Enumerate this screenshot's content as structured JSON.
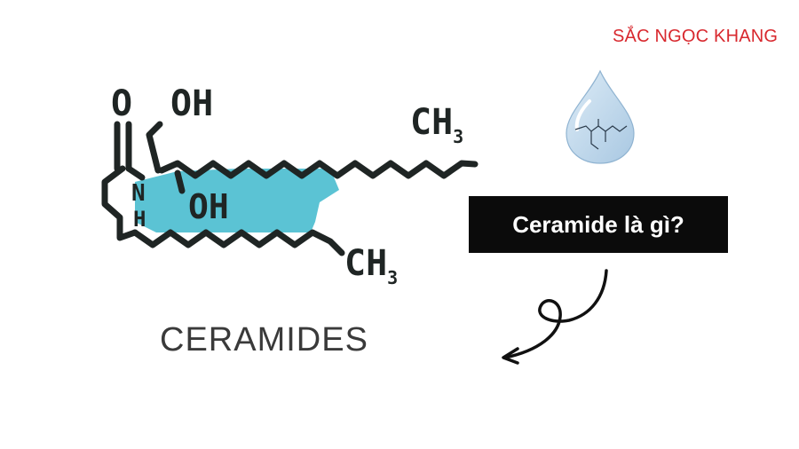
{
  "brand": {
    "name": "SẮC NGỌC KHANG",
    "color": "#d8282e"
  },
  "molecule": {
    "labels": {
      "o": "O",
      "oh_top": "OH",
      "n": "N",
      "h": "H",
      "oh_mid": "OH",
      "ch_top": "CH",
      "sub_top": "3",
      "ch_bottom": "CH",
      "sub_bottom": "3"
    },
    "highlight_color": "#5bc3d4",
    "bond_color": "#1f2524"
  },
  "title": "CERAMIDES",
  "badge": {
    "text": "Ceramide là gì?"
  },
  "icons": {
    "drop": "water-drop-icon",
    "arrow": "curly-arrow-icon"
  }
}
